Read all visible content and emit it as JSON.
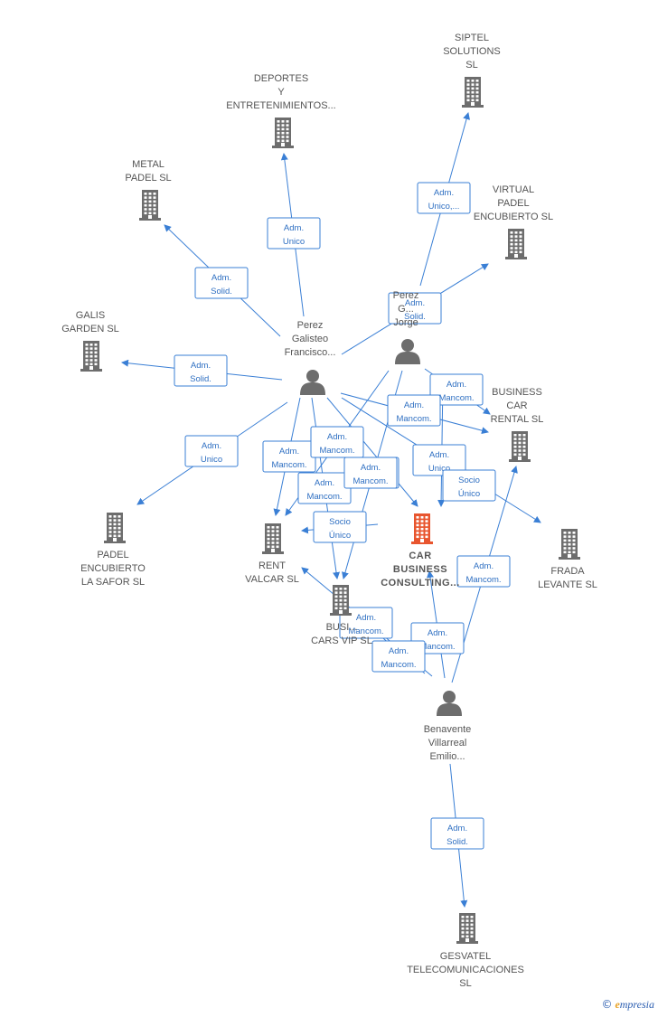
{
  "brand": {
    "copyright": "©",
    "initial": "e",
    "name": "mpresia"
  },
  "colors": {
    "edge": "#3a7fd5",
    "node": "#6d6d6d",
    "focus": "#e8552e",
    "label": "#555555"
  },
  "nodes": [
    {
      "id": "car",
      "kind": "company",
      "focus": true,
      "lines": [
        "CAR",
        "BUSINESS",
        "CONSULTING..."
      ]
    },
    {
      "id": "perez_francisco",
      "kind": "person",
      "lines": [
        "Perez",
        "Galisteo",
        "Francisco..."
      ]
    },
    {
      "id": "perez_jorge",
      "kind": "person",
      "lines": [
        "Perez",
        "G...",
        "Jorge"
      ]
    },
    {
      "id": "benavente",
      "kind": "person",
      "lines": [
        "Benavente",
        "Villarreal",
        "Emilio..."
      ]
    },
    {
      "id": "siptel",
      "kind": "company",
      "lines": [
        "SIPTEL",
        "SOLUTIONS",
        "SL"
      ]
    },
    {
      "id": "deportes",
      "kind": "company",
      "lines": [
        "DEPORTES",
        "Y",
        "ENTRETENIMIENTOS..."
      ]
    },
    {
      "id": "metal",
      "kind": "company",
      "lines": [
        "METAL",
        "PADEL SL"
      ]
    },
    {
      "id": "virtual",
      "kind": "company",
      "lines": [
        "VIRTUAL",
        "PADEL",
        "ENCUBIERTO SL"
      ]
    },
    {
      "id": "galis",
      "kind": "company",
      "lines": [
        "GALIS",
        "GARDEN SL"
      ]
    },
    {
      "id": "business_car",
      "kind": "company",
      "lines": [
        "BUSINESS",
        "CAR",
        "RENTAL SL"
      ]
    },
    {
      "id": "padel_safor",
      "kind": "company",
      "lines": [
        "PADEL",
        "ENCUBIERTO",
        "LA SAFOR SL"
      ]
    },
    {
      "id": "rent_valcar",
      "kind": "company",
      "lines": [
        "RENT",
        "VALCAR SL"
      ]
    },
    {
      "id": "business_cars_vip",
      "kind": "company",
      "lines": [
        "BUSI...",
        "CARS VIP SL"
      ]
    },
    {
      "id": "frada",
      "kind": "company",
      "lines": [
        "FRADA",
        "LEVANTE SL"
      ]
    },
    {
      "id": "gesvatel",
      "kind": "company",
      "lines": [
        "GESVATEL",
        "TELECOMUNICACIONES",
        "SL"
      ]
    }
  ],
  "edges": [
    {
      "from": "perez_jorge",
      "to": "siptel",
      "label": [
        "Adm.",
        "Unico,..."
      ]
    },
    {
      "from": "perez_francisco",
      "to": "deportes",
      "label": [
        "Adm.",
        "Unico"
      ]
    },
    {
      "from": "perez_francisco",
      "to": "metal",
      "label": [
        "Adm.",
        "Solid."
      ]
    },
    {
      "from": "perez_jorge",
      "to": "virtual",
      "label": [
        "Adm.",
        "Solid."
      ]
    },
    {
      "from": "perez_francisco",
      "to": "galis",
      "label": [
        "Adm.",
        "Solid."
      ]
    },
    {
      "from": "perez_francisco",
      "to": "padel_safor",
      "label": [
        "Adm.",
        "Unico"
      ]
    },
    {
      "from": "perez_jorge",
      "to": "business_car",
      "label": [
        "Adm.",
        "Mancom."
      ]
    },
    {
      "from": "perez_francisco",
      "to": "business_car",
      "label": [
        "Adm.",
        "Mancom."
      ]
    },
    {
      "from": "perez_francisco",
      "to": "car",
      "label": [
        "Adm.",
        "Mancom."
      ]
    },
    {
      "from": "perez_jorge",
      "to": "car",
      "label": [
        "Adm.",
        "Unico"
      ]
    },
    {
      "from": "perez_francisco",
      "to": "frada",
      "label": [
        "Socio",
        "Único"
      ]
    },
    {
      "from": "perez_francisco",
      "to": "rent_valcar",
      "label": [
        "Adm.",
        "Mancom."
      ]
    },
    {
      "from": "perez_jorge",
      "to": "rent_valcar",
      "label": [
        "Adm.",
        "Mancom."
      ]
    },
    {
      "from": "perez_francisco",
      "to": "business_cars_vip",
      "label": [
        "Adm.",
        "Mancom."
      ]
    },
    {
      "from": "perez_jorge",
      "to": "business_cars_vip",
      "label": [
        "Adm.",
        "Mancom."
      ]
    },
    {
      "from": "car",
      "to": "rent_valcar",
      "label": [
        "Socio",
        "Único"
      ]
    },
    {
      "from": "benavente",
      "to": "business_car",
      "label": [
        "Adm.",
        "Mancom."
      ]
    },
    {
      "from": "benavente",
      "to": "car",
      "label": [
        "Adm.",
        "Mancom."
      ]
    },
    {
      "from": "benavente",
      "to": "rent_valcar",
      "label": [
        "Adm.",
        "Mancom."
      ]
    },
    {
      "from": "benavente",
      "to": "business_cars_vip",
      "label": [
        "Adm.",
        "Mancom."
      ]
    },
    {
      "from": "benavente",
      "to": "gesvatel",
      "label": [
        "Adm.",
        "Solid."
      ]
    }
  ]
}
